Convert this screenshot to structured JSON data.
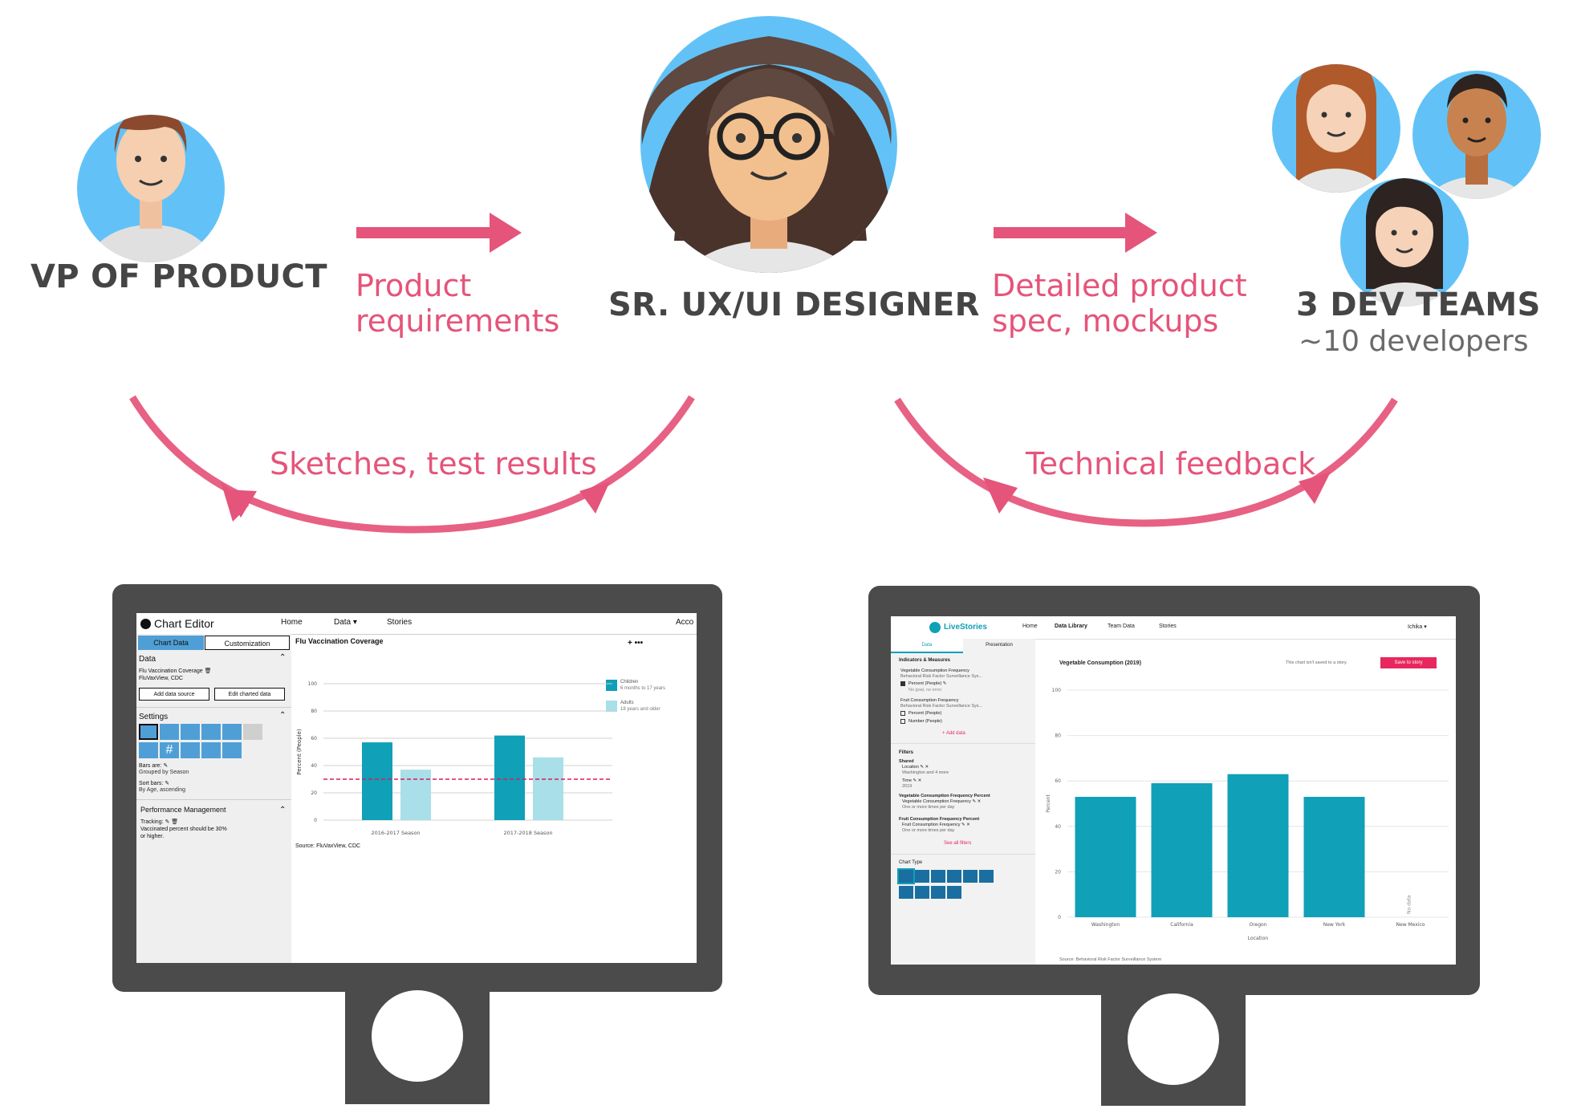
{
  "roles": {
    "vp": "VP OF PRODUCT",
    "designer": "SR. UX/UI DESIGNER",
    "devs": "3 DEV TEAMS",
    "devs_sub": "~10 developers"
  },
  "flows": {
    "req_line1": "Product",
    "req_line2": "requirements",
    "spec_line1": "Detailed product",
    "spec_line2": "spec, mockups",
    "sketches": "Sketches, test results",
    "feedback": "Technical feedback"
  },
  "colors": {
    "arrow": "#e5547a",
    "avatar_bg": "#62c2f7",
    "monitor": "#4b4b4b",
    "wire_accent": "#4f9fd6",
    "teal": "#10a0b8",
    "light_teal": "#a8dfe8",
    "brand_pink": "#e8275e"
  },
  "left_screen": {
    "title": "Chart Editor",
    "nav": [
      "Home",
      "Data ▾",
      "Stories",
      "Acco"
    ],
    "tabs": [
      "Chart Data",
      "Customization"
    ],
    "data_heading": "Data",
    "dataset_name": "Flu Vaccination Coverage 🗑",
    "dataset_source": "FluVaxView, CDC",
    "add_source": "Add data source",
    "edit_data": "Edit charted data",
    "settings_heading": "Settings",
    "bars_are_label": "Bars are: ✎",
    "bars_are_value": "Grouped by Season",
    "sort_label": "Sort bars: ✎",
    "sort_value": "By Age, ascending",
    "perf_heading": "Performance Management",
    "tracking_label": "Tracking: ✎ 🗑",
    "tracking_text1": "Vaccinated percent should be 30%",
    "tracking_text2": "or higher.",
    "source": "Source: FluVaxView, CDC",
    "plus_menu": "+ •••"
  },
  "left_chart": {
    "chart_data": {
      "type": "bar",
      "title": "Flu Vaccination Coverage",
      "categories": [
        "2016-2017 Season",
        "2017-2018 Season"
      ],
      "series": [
        {
          "name": "Children",
          "values": [
            57,
            62
          ]
        },
        {
          "name": "Adults",
          "values": [
            37,
            46
          ]
        }
      ],
      "legend_sub": [
        "6 months to 17 years",
        "18 years and older"
      ],
      "ylabel": "Percent (People)",
      "ylim": [
        0,
        100
      ],
      "yticks": [
        "100",
        "80",
        "60",
        "40",
        "20",
        "0"
      ],
      "target": 30
    }
  },
  "right_screen": {
    "brand": "LiveStories",
    "nav": [
      "Home",
      "Data Library",
      "Team Data",
      "Stories"
    ],
    "user": "Ichika ▾",
    "tabs": [
      "Data",
      "Presentation"
    ],
    "indicators_heading": "Indicators & Measures",
    "ind1": "Vegetable Consumption Frequency",
    "ind1_src": "Behavioral Risk Factor Surveillance Sys...",
    "ind1_opt": "Percent (People) ✎",
    "ind1_note": "No goal, no error",
    "ind2": "Fruit Consumption Frequency",
    "ind2_src": "Behavioral Risk Factor Surveillance Sys...",
    "ind2_opt1": "Percent (People)",
    "ind2_opt2": "Number (People)",
    "add_data": "+ Add data",
    "filters_heading": "Filters",
    "shared": "Shared",
    "f_location": "Location ✎ ✕",
    "f_location_v": "Washington and 4 more",
    "f_time": "Time ✎ ✕",
    "f_time_v": "2019",
    "f_veg_head": "Vegetable Consumption Frequency Percent",
    "f_veg": "Vegetable Consumption Frequency ✎ ✕",
    "f_veg_v": "One or more times per day",
    "f_fruit_head": "Fruit Consumption Frequency Percent",
    "f_fruit": "Fruit Consumption Frequency ✎ ✕",
    "f_fruit_v": "One or more times per day",
    "see_all": "See all filters",
    "chart_type_heading": "Chart Type",
    "not_saved": "This chart isn't saved to a story.",
    "save_button": "Save to story",
    "source": "Source: Behavioral Risk Factor Surveillance System"
  },
  "right_chart": {
    "chart_data": {
      "type": "bar",
      "title": "Vegetable Consumption (2019)",
      "categories": [
        "Washington",
        "California",
        "Oregon",
        "New York",
        "New Mexico"
      ],
      "values": [
        53,
        59,
        63,
        53,
        null
      ],
      "no_data_label": "No data",
      "xlabel": "Location",
      "ylabel": "Percent",
      "ylim": [
        0,
        100
      ],
      "yticks": [
        "100",
        "80",
        "60",
        "40",
        "20",
        "0"
      ]
    }
  }
}
